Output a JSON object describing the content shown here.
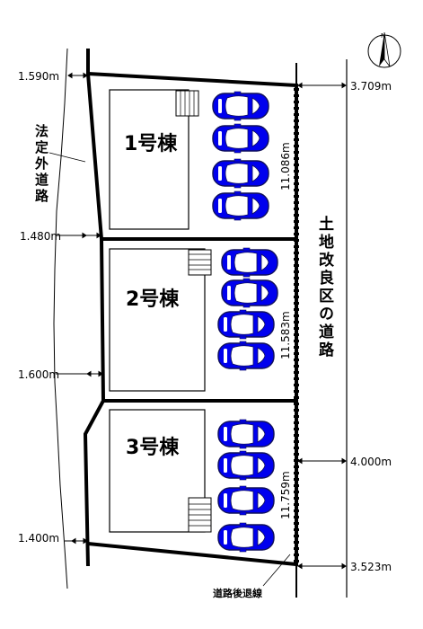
{
  "lots": [
    {
      "label": "1号棟",
      "depth": "11.086m"
    },
    {
      "label": "2号棟",
      "depth": "11.583m"
    },
    {
      "label": "3号棟",
      "depth": "11.759m"
    }
  ],
  "left_road": {
    "name": "法定外道路",
    "widths": [
      "1.590m",
      "1.480m",
      "1.600m",
      "1.400m"
    ]
  },
  "right_road": {
    "name": "土地改良区の道路",
    "widths": [
      "3.709m",
      "4.000m",
      "3.523m"
    ]
  },
  "setback_label": "道路後退線",
  "compass_label": "N",
  "colors": {
    "car_body": "#0000ee",
    "car_outline": "#10105a",
    "line": "#000000"
  }
}
